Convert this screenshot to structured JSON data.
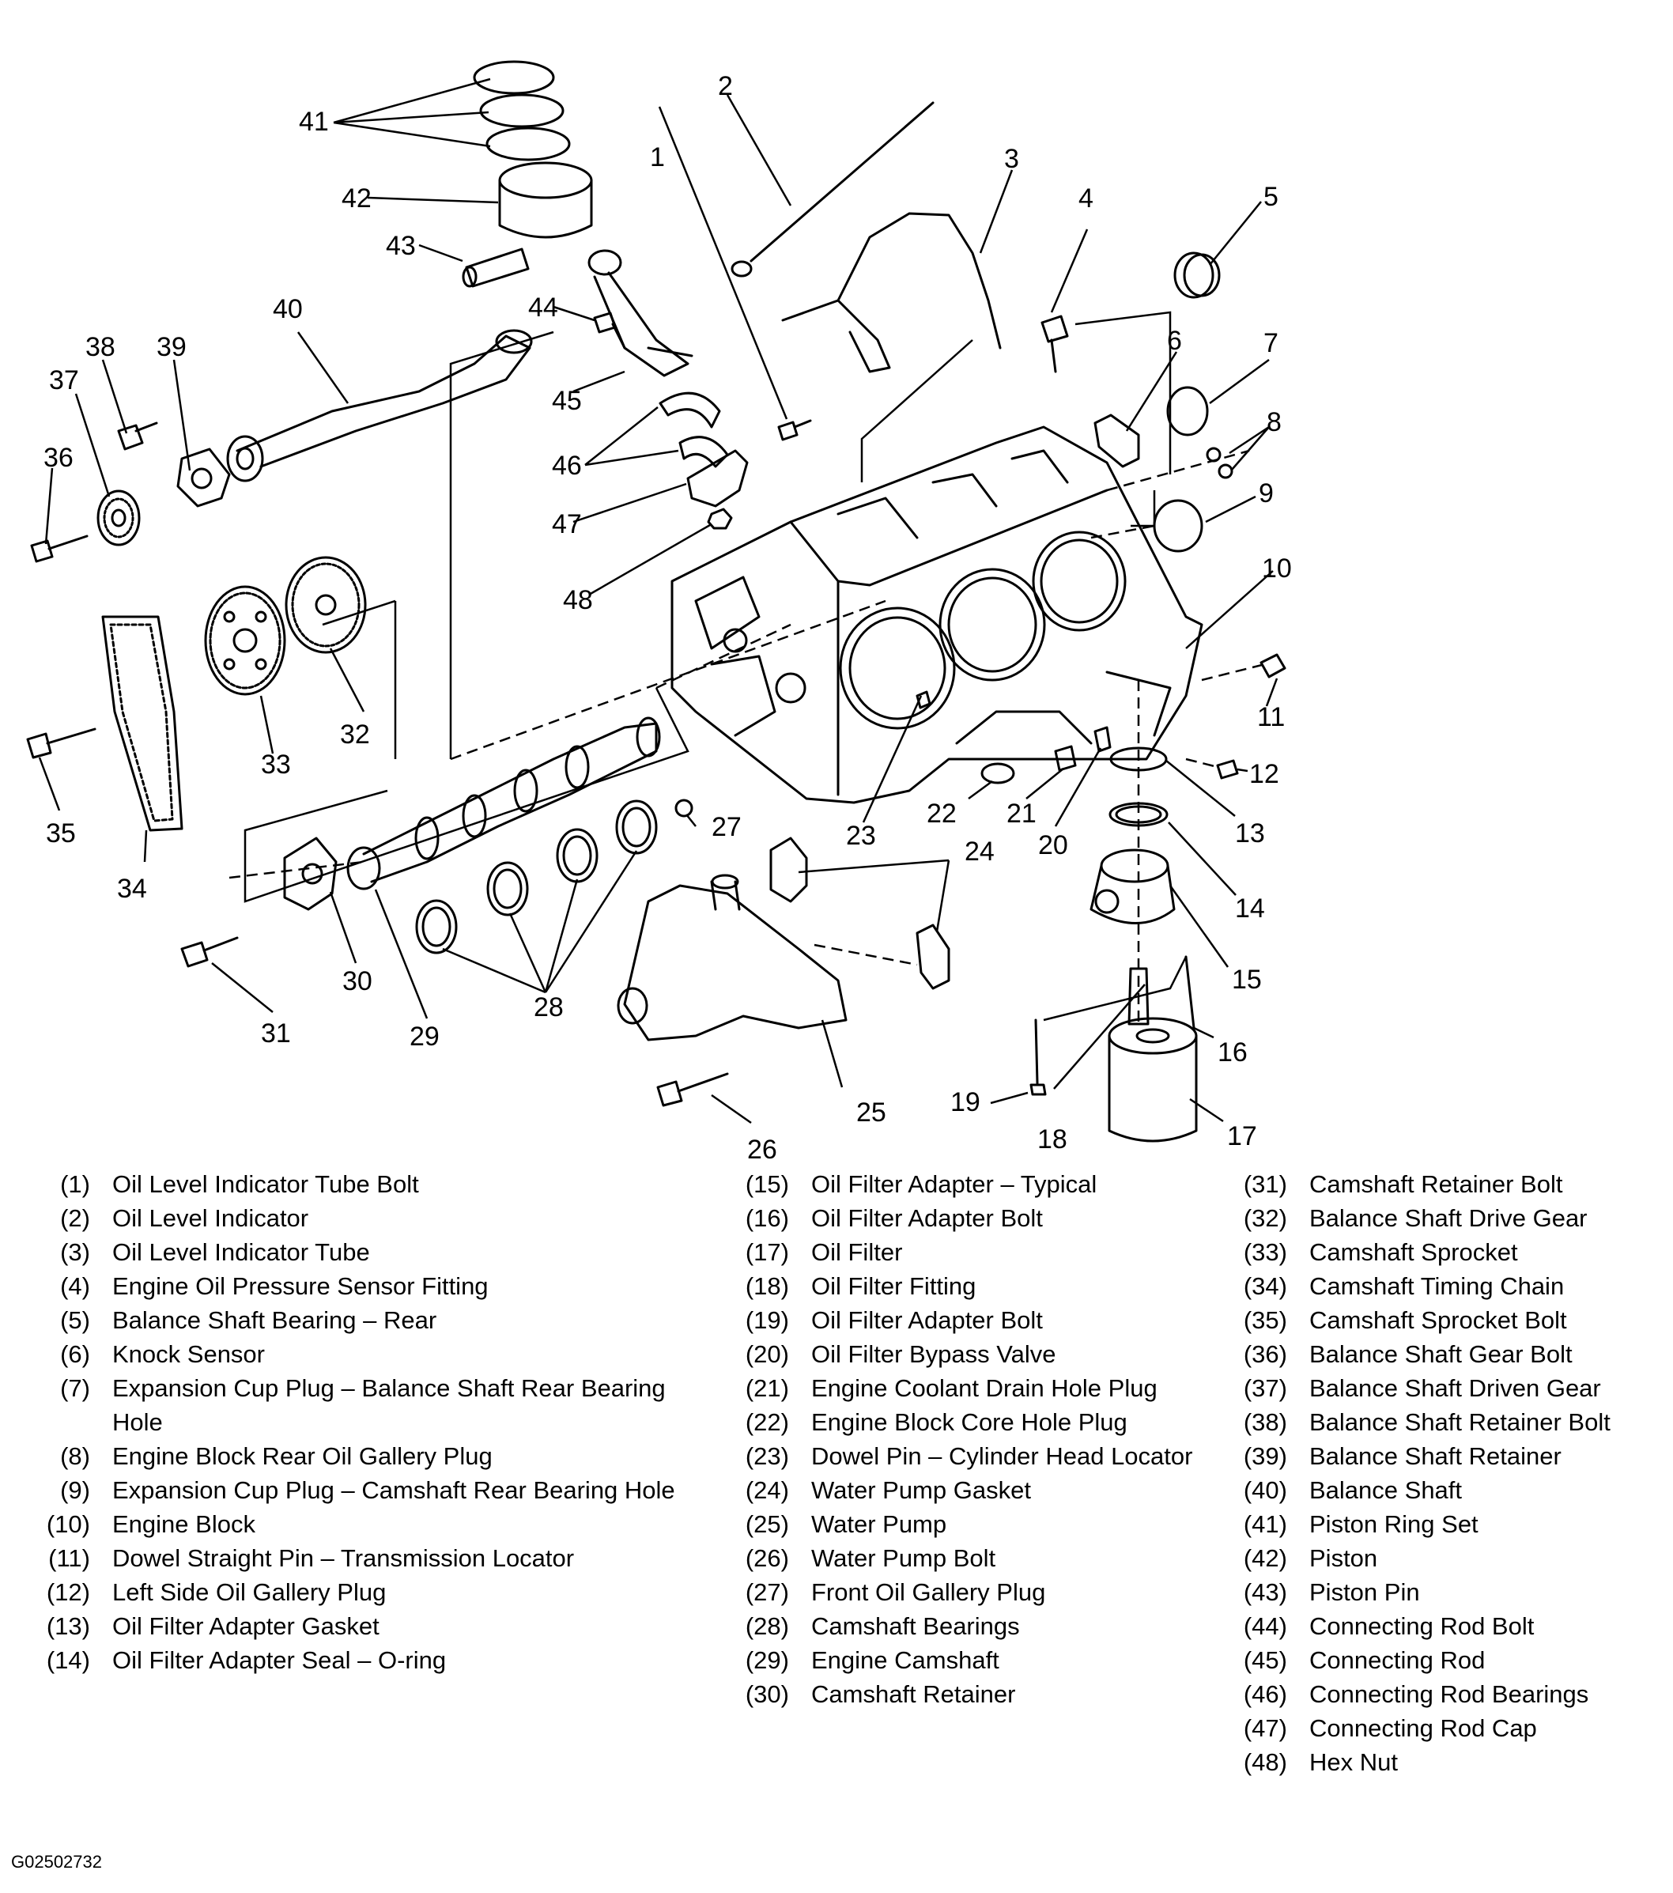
{
  "figure_code": "G02502732",
  "callouts": [
    "1",
    "2",
    "3",
    "4",
    "5",
    "6",
    "7",
    "8",
    "9",
    "10",
    "11",
    "12",
    "13",
    "14",
    "15",
    "16",
    "17",
    "18",
    "19",
    "20",
    "21",
    "22",
    "23",
    "24",
    "25",
    "26",
    "27",
    "28",
    "29",
    "30",
    "31",
    "32",
    "33",
    "34",
    "35",
    "36",
    "37",
    "38",
    "39",
    "40",
    "41",
    "42",
    "43",
    "44",
    "45",
    "46",
    "47",
    "48"
  ],
  "legend": [
    [
      {
        "num": "(1)",
        "name": "Oil Level Indicator Tube Bolt"
      },
      {
        "num": "(2)",
        "name": "Oil Level Indicator"
      },
      {
        "num": "(3)",
        "name": "Oil Level Indicator Tube"
      },
      {
        "num": "(4)",
        "name": "Engine Oil Pressure Sensor Fitting"
      },
      {
        "num": "(5)",
        "name": "Balance Shaft Bearing – Rear"
      },
      {
        "num": "(6)",
        "name": "Knock Sensor"
      },
      {
        "num": "(7)",
        "name": "Expansion Cup Plug – Balance Shaft Rear Bearing Hole"
      },
      {
        "num": "(8)",
        "name": "Engine Block Rear Oil Gallery Plug"
      },
      {
        "num": "(9)",
        "name": "Expansion Cup Plug – Camshaft Rear Bearing Hole"
      },
      {
        "num": "(10)",
        "name": "Engine Block"
      },
      {
        "num": "(11)",
        "name": "Dowel Straight Pin – Transmission Locator"
      },
      {
        "num": "(12)",
        "name": "Left Side Oil Gallery Plug"
      },
      {
        "num": "(13)",
        "name": "Oil Filter Adapter Gasket"
      },
      {
        "num": "(14)",
        "name": "Oil Filter Adapter Seal – O-ring"
      }
    ],
    [
      {
        "num": "(15)",
        "name": "Oil Filter Adapter – Typical"
      },
      {
        "num": "(16)",
        "name": "Oil Filter Adapter Bolt"
      },
      {
        "num": "(17)",
        "name": "Oil Filter"
      },
      {
        "num": "(18)",
        "name": "Oil Filter Fitting"
      },
      {
        "num": "(19)",
        "name": "Oil Filter Adapter Bolt"
      },
      {
        "num": "(20)",
        "name": "Oil Filter Bypass Valve"
      },
      {
        "num": "(21)",
        "name": "Engine Coolant Drain Hole Plug"
      },
      {
        "num": "(22)",
        "name": "Engine Block Core Hole Plug"
      },
      {
        "num": "(23)",
        "name": "Dowel Pin – Cylinder Head Locator"
      },
      {
        "num": "(24)",
        "name": "Water Pump Gasket"
      },
      {
        "num": "(25)",
        "name": "Water Pump"
      },
      {
        "num": "(26)",
        "name": "Water Pump Bolt"
      },
      {
        "num": "(27)",
        "name": "Front Oil Gallery Plug"
      },
      {
        "num": "(28)",
        "name": "Camshaft Bearings"
      },
      {
        "num": "(29)",
        "name": "Engine Camshaft"
      },
      {
        "num": "(30)",
        "name": "Camshaft Retainer"
      }
    ],
    [
      {
        "num": "(31)",
        "name": "Camshaft Retainer Bolt"
      },
      {
        "num": "(32)",
        "name": "Balance Shaft Drive Gear"
      },
      {
        "num": "(33)",
        "name": "Camshaft Sprocket"
      },
      {
        "num": "(34)",
        "name": "Camshaft Timing Chain"
      },
      {
        "num": "(35)",
        "name": "Camshaft Sprocket Bolt"
      },
      {
        "num": "(36)",
        "name": "Balance Shaft Gear Bolt"
      },
      {
        "num": "(37)",
        "name": "Balance Shaft Driven Gear"
      },
      {
        "num": "(38)",
        "name": "Balance Shaft Retainer Bolt"
      },
      {
        "num": "(39)",
        "name": "Balance Shaft Retainer"
      },
      {
        "num": "(40)",
        "name": "Balance Shaft"
      },
      {
        "num": "(41)",
        "name": "Piston Ring Set"
      },
      {
        "num": "(42)",
        "name": "Piston"
      },
      {
        "num": "(43)",
        "name": "Piston Pin"
      },
      {
        "num": "(44)",
        "name": "Connecting Rod Bolt"
      },
      {
        "num": "(45)",
        "name": "Connecting Rod"
      },
      {
        "num": "(46)",
        "name": "Connecting Rod Bearings"
      },
      {
        "num": "(47)",
        "name": "Connecting Rod Cap"
      },
      {
        "num": "(48)",
        "name": "Hex Nut"
      }
    ]
  ]
}
